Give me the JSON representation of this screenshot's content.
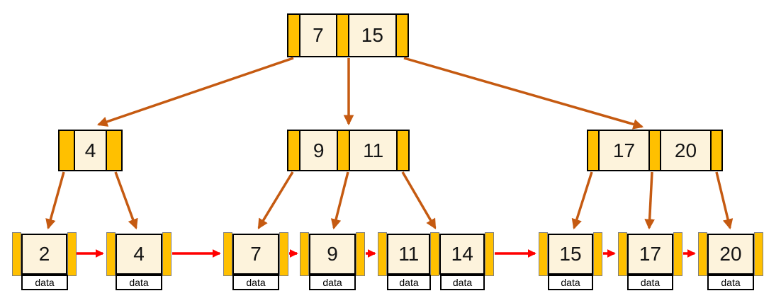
{
  "tree": {
    "type": "b-plus-tree",
    "root": {
      "keys": [
        "7",
        "15"
      ]
    },
    "internal": [
      {
        "id": "node-4",
        "keys": [
          "4"
        ]
      },
      {
        "id": "node-9-11",
        "keys": [
          "9",
          "11"
        ]
      },
      {
        "id": "node-17-20",
        "keys": [
          "17",
          "20"
        ]
      }
    ],
    "leaves": [
      {
        "id": "leaf-2",
        "keys": [
          "2"
        ]
      },
      {
        "id": "leaf-4",
        "keys": [
          "4"
        ]
      },
      {
        "id": "leaf-7",
        "keys": [
          "7"
        ]
      },
      {
        "id": "leaf-9",
        "keys": [
          "9"
        ]
      },
      {
        "id": "leaf-11-14",
        "keys": [
          "11",
          "14"
        ]
      },
      {
        "id": "leaf-15",
        "keys": [
          "15"
        ]
      },
      {
        "id": "leaf-17",
        "keys": [
          "17"
        ]
      },
      {
        "id": "leaf-20",
        "keys": [
          "20"
        ]
      }
    ],
    "data_label": "data",
    "edges": [
      {
        "from": "root",
        "pointer": 0,
        "to": "node-4"
      },
      {
        "from": "root",
        "pointer": 1,
        "to": "node-9-11"
      },
      {
        "from": "root",
        "pointer": 2,
        "to": "node-17-20"
      },
      {
        "from": "node-4",
        "pointer": 0,
        "to": "leaf-2"
      },
      {
        "from": "node-4",
        "pointer": 1,
        "to": "leaf-4"
      },
      {
        "from": "node-9-11",
        "pointer": 0,
        "to": "leaf-7"
      },
      {
        "from": "node-9-11",
        "pointer": 1,
        "to": "leaf-9"
      },
      {
        "from": "node-9-11",
        "pointer": 2,
        "to": "leaf-11-14"
      },
      {
        "from": "node-17-20",
        "pointer": 0,
        "to": "leaf-15"
      },
      {
        "from": "node-17-20",
        "pointer": 1,
        "to": "leaf-17"
      },
      {
        "from": "node-17-20",
        "pointer": 2,
        "to": "leaf-20"
      }
    ],
    "leaf_chain": [
      "leaf-2",
      "leaf-4",
      "leaf-7",
      "leaf-9",
      "leaf-11-14",
      "leaf-15",
      "leaf-17",
      "leaf-20"
    ]
  },
  "colors": {
    "pointer_fill": "#FFC000",
    "key_fill": "#FDF3DC",
    "tree_arrow": "#C55A11",
    "leaf_link_arrow": "#FF0000"
  }
}
